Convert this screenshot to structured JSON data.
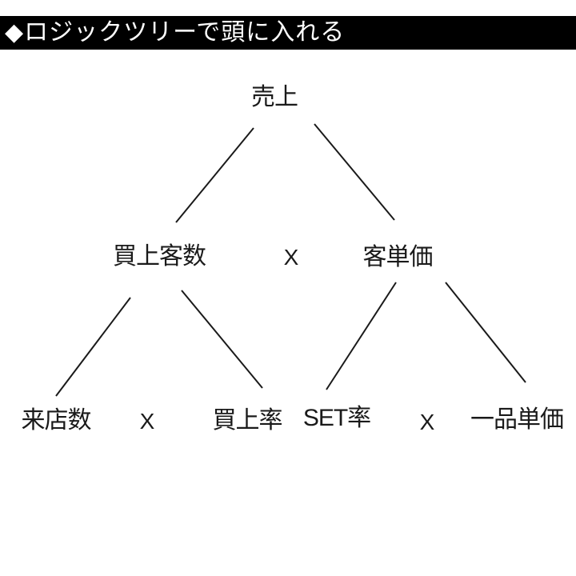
{
  "header": {
    "title": "◆ロジックツリーで頭に入れる"
  },
  "colors": {
    "bar_bg": "#000000",
    "bar_text": "#ffffff",
    "text": "#1a1a1a",
    "line": "#1a1a1a",
    "background": "#ffffff"
  },
  "tree": {
    "root": {
      "label": "売上"
    },
    "operators": [
      "X",
      "X",
      "X"
    ],
    "level2": [
      {
        "label": "買上客数"
      },
      {
        "label": "客単価"
      }
    ],
    "level3": [
      {
        "label": "来店数"
      },
      {
        "label": "買上率"
      },
      {
        "label": "SET率"
      },
      {
        "label": "一品単価"
      }
    ]
  }
}
